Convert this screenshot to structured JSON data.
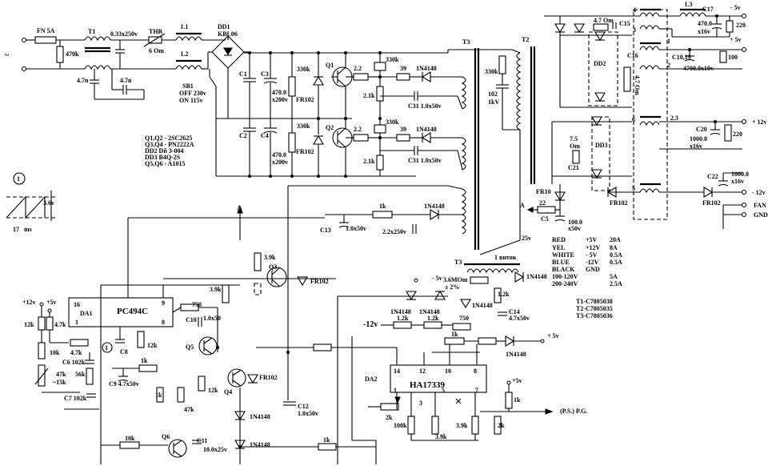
{
  "input": {
    "fuse": "FN 5A",
    "transformer": "T1",
    "cap_x": "0.33x250v",
    "res_470k": "470k",
    "cap_47n_a": "4.7n",
    "cap_47n_b": "4.7n",
    "thermistor": "THR",
    "thermistor_val": "6 Om",
    "l1": "L1",
    "l2": "L2",
    "bridge": "DD1",
    "bridge_part": "KBL06",
    "switch": "SB1",
    "switch_off": "OFF 230v",
    "switch_on": "ON  115v",
    "ac_symbol": "~"
  },
  "primary": {
    "c1": "C1",
    "c2": "C2",
    "c3": "C3",
    "c4": "C4",
    "c3_val": "470.0",
    "c3_v": "x200v",
    "c4_val": "470.0",
    "c4_v": "x200v",
    "r330k_a": "330k",
    "r330k_b": "330k",
    "fr102_a": "FR102",
    "fr102_b": "FR102",
    "q1": "Q1",
    "q2": "Q2",
    "r22_a": "2.2",
    "r22_b": "2.2",
    "r21_a": "2.1k",
    "r21_b": "2.1k",
    "r330k_c": "330k",
    "r330k_d": "330k",
    "r39_a": "39",
    "r39_b": "39",
    "d1n_a": "1N4148",
    "d1n_b": "1N4148",
    "c31_a": "C31 1.0x50v",
    "c31_b": "C31 1.0x50v",
    "t3": "T3",
    "t2": "T2",
    "r330k_e": "330k",
    "c102": "102",
    "c102_v": "1kV"
  },
  "parts_list": [
    "Q1,Q2 - 2SC2625",
    "Q3,Q4 - PN2222A",
    "DD2 Dñ 3-004",
    "DD3 B4Q-2S",
    "Q5,Q6 - A1015"
  ],
  "waveform": {
    "marker": "1",
    "amp": "3.6v",
    "period": "17",
    "unit": "ms"
  },
  "secondary": {
    "w4": "4",
    "w3": "3",
    "w1": "1",
    "w2": "2",
    "w6": "6",
    "w5": "5",
    "l3": "L3",
    "c17": "C17",
    "c17_val": "470.0",
    "c17_v": "x16v",
    "r220_a": "220",
    "out_m5": "- 5v",
    "out_p5": "+ 5v",
    "c18": "C18,19",
    "c18_val": "4700.0x10v",
    "r100": "100",
    "c15": "C15",
    "r47_a": "4.7 Om",
    "r47_b": "4.7 Om",
    "c16": "C16",
    "dd2": "DD2",
    "dd3": "DD3",
    "c20": "C20",
    "c20_val": "1000.0",
    "c20_v": "x16v",
    "r220_b": "220",
    "out_p12": "+ 12v",
    "r75": "7.5",
    "r75_u": "Om",
    "c21": "C21",
    "c22": "C22",
    "c22_val": "1000.0",
    "c22_v": "x16v",
    "out_m12": "- 12v",
    "fr102_c": "FR102",
    "fr102_d": "FR102",
    "fan": "FAN",
    "gnd": "GND",
    "w23": "2.3"
  },
  "aux": {
    "fr10": "FR10",
    "r22": "22",
    "label_a": "A",
    "c5": "C5",
    "c5_val": "100.0",
    "c5_v": "x50v",
    "v25": "25v",
    "r1k": "1k",
    "d1n": "1N4148",
    "c13": "C13",
    "c13_val": "1.0x50v",
    "c22v": "2.2x250v",
    "vitok": "1 виток"
  },
  "table": {
    "rows": [
      [
        "RED",
        "+5V",
        "20A"
      ],
      [
        "YEL",
        "+12V",
        "8A"
      ],
      [
        "WHITE",
        "- 5V",
        "0.5A"
      ],
      [
        "BLUE",
        "-12V",
        "0.5A"
      ],
      [
        "BLACK",
        "GND",
        ""
      ],
      [
        "100-120V",
        "",
        "5A"
      ],
      [
        "200-240V",
        "",
        "2.5A"
      ]
    ]
  },
  "tnotes": [
    "T1-C7805038",
    "T2-C7805035",
    "T3-C7805036"
  ],
  "control": {
    "vp12": "+12v",
    "vp5": "+5v",
    "da1": "DA1",
    "pc494": "PC494C",
    "p16": "16",
    "p1": "1",
    "p9": "9",
    "p8": "8",
    "r12k": "12k",
    "r47k": "4.7k",
    "r10k": "10k",
    "r47k_b": "4.7k",
    "r47k_c": "47k",
    "r15k": "~15k",
    "r56k": "56k",
    "c6": "C6 102k",
    "c7": "C7 102k",
    "c8": "C8",
    "c9": "C9 4.7x50v",
    "r12k_b": "12k",
    "r1k_a": "1k",
    "r750": "750",
    "c10": "C10",
    "c10_val": "1.0x50",
    "q5": "Q5",
    "q4": "Q4",
    "r12k_c": "12k",
    "r47k_d": "47k",
    "q3": "Q3",
    "r39k_a": "3.9k",
    "r39k_b": "3.9k",
    "fr102": "FR102",
    "fr102_b": "FR102",
    "label_a": "A",
    "c12": "C12",
    "c12_val": "1.0x50v",
    "d1n_a": "1N4148",
    "d1n_b": "1N4148",
    "r1k_b": "1k",
    "r1k_c": "1k",
    "q6": "Q6",
    "c11": "C11",
    "c11_val": "10.0x25v",
    "marker": "1"
  },
  "ha": {
    "da2": "DA2",
    "ha": "HA17339",
    "p14": "14",
    "p12": "12",
    "p10": "10",
    "p8": "8",
    "p1": "1",
    "p3": "3",
    "p5": "5",
    "p7": "7",
    "t3": "T3",
    "m5": "- 5v",
    "r36": "3.6MOm",
    "r36t": "± 2%",
    "r12k": "1.2k",
    "d1n_a": "1N4148",
    "d1n_b": "1N4148",
    "d1n_c": "1N4148",
    "d1n_d": "1N4148",
    "d1n_e": "1N4148",
    "r12k_a": "1.2k",
    "r12k_b": "1.2k",
    "r750": "750",
    "m12": "-12v",
    "c14": "C14",
    "c14_val": "4.7x50v",
    "p5v": "+ 5v",
    "r1k_a": "1k",
    "r1k_b": "1k",
    "r2k_a": "2k",
    "r2k_b": "2k",
    "r100k": "100k",
    "r39k_a": "3.9k",
    "r39k_b": "3.9k",
    "p5v_b": "+5v",
    "r1k_c": "1k",
    "pg": "(P.S.) P.G."
  }
}
